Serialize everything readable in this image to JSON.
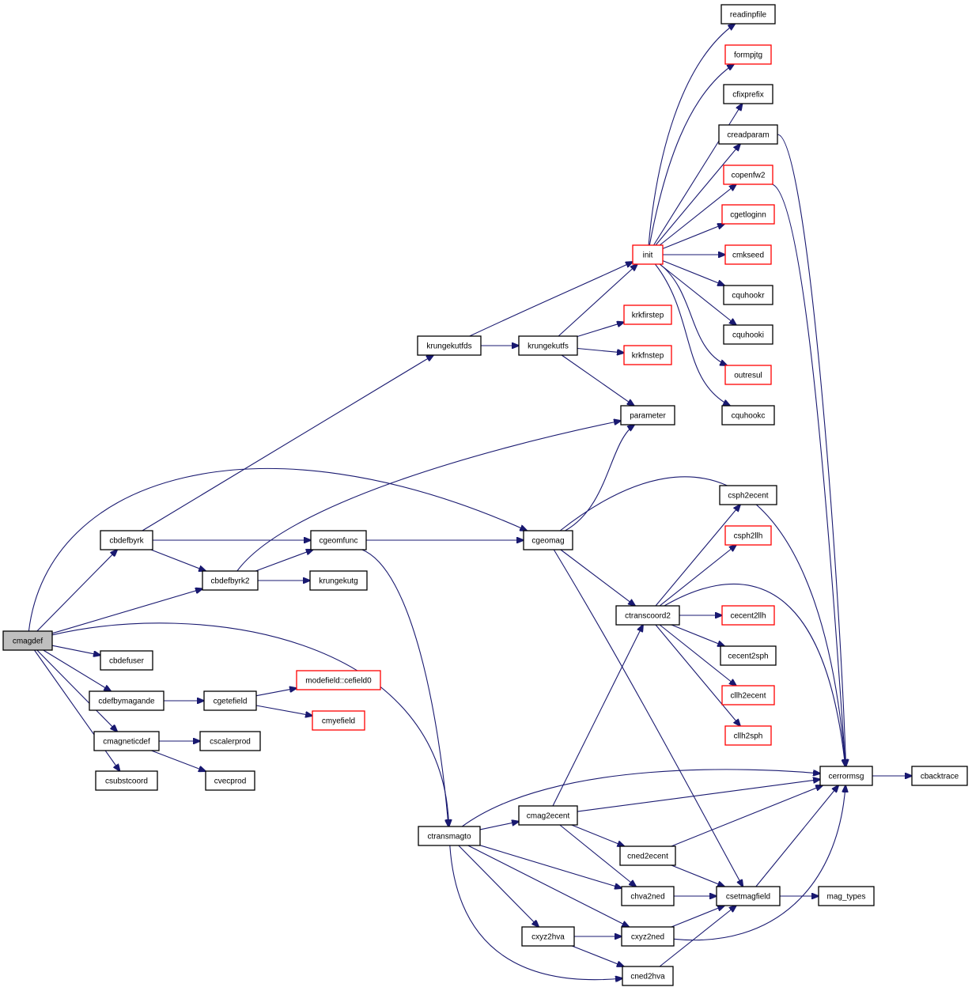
{
  "nodes": {
    "cmagdef": {
      "label": "cmagdef",
      "style": "root"
    },
    "cbdefbyrk": {
      "label": "cbdefbyrk",
      "style": "normal"
    },
    "cbdefbyrk2": {
      "label": "cbdefbyrk2",
      "style": "normal"
    },
    "cbdefuser": {
      "label": "cbdefuser",
      "style": "normal"
    },
    "cdefbymagande": {
      "label": "cdefbymagande",
      "style": "normal"
    },
    "cmagneticdef": {
      "label": "cmagneticdef",
      "style": "normal"
    },
    "csubstcoord": {
      "label": "csubstcoord",
      "style": "normal"
    },
    "cgetefield": {
      "label": "cgetefield",
      "style": "normal"
    },
    "cscalerprod": {
      "label": "cscalerprod",
      "style": "normal"
    },
    "cvecprod": {
      "label": "cvecprod",
      "style": "normal"
    },
    "modefield": {
      "label": "modefield::cefield0",
      "style": "red"
    },
    "cmyefield": {
      "label": "cmyefield",
      "style": "red"
    },
    "krungekutfds": {
      "label": "krungekutfds",
      "style": "normal"
    },
    "krungekutfs": {
      "label": "krungekutfs",
      "style": "normal"
    },
    "krkfirstep": {
      "label": "krkfirstep",
      "style": "red"
    },
    "krkfnstep": {
      "label": "krkfnstep",
      "style": "red"
    },
    "parameter": {
      "label": "parameter",
      "style": "normal"
    },
    "init": {
      "label": "init",
      "style": "red"
    },
    "readinpfile": {
      "label": "readinpfile",
      "style": "normal"
    },
    "formpjtg": {
      "label": "formpjtg",
      "style": "red"
    },
    "cfixprefix": {
      "label": "cfixprefix",
      "style": "normal"
    },
    "creadparam": {
      "label": "creadparam",
      "style": "normal"
    },
    "copenfw2": {
      "label": "copenfw2",
      "style": "red"
    },
    "cgetloginn": {
      "label": "cgetloginn",
      "style": "red"
    },
    "cmkseed": {
      "label": "cmkseed",
      "style": "red"
    },
    "cquhookr": {
      "label": "cquhookr",
      "style": "normal"
    },
    "cquhooki": {
      "label": "cquhooki",
      "style": "normal"
    },
    "outresul": {
      "label": "outresul",
      "style": "red"
    },
    "cquhookc": {
      "label": "cquhookc",
      "style": "normal"
    },
    "cgeomfunc": {
      "label": "cgeomfunc",
      "style": "normal"
    },
    "krungekutg": {
      "label": "krungekutg",
      "style": "normal"
    },
    "cgeomag": {
      "label": "cgeomag",
      "style": "normal"
    },
    "ctranscoord2": {
      "label": "ctranscoord2",
      "style": "normal"
    },
    "csph2ecent": {
      "label": "csph2ecent",
      "style": "normal"
    },
    "csph2llh": {
      "label": "csph2llh",
      "style": "red"
    },
    "cecent2llh": {
      "label": "cecent2llh",
      "style": "red"
    },
    "cecent2sph": {
      "label": "cecent2sph",
      "style": "normal"
    },
    "cllh2ecent": {
      "label": "cllh2ecent",
      "style": "red"
    },
    "cllh2sph": {
      "label": "cllh2sph",
      "style": "red"
    },
    "cerrormsg": {
      "label": "cerrormsg",
      "style": "normal"
    },
    "cbacktrace": {
      "label": "cbacktrace",
      "style": "normal"
    },
    "ctransmagto": {
      "label": "ctransmagto",
      "style": "normal"
    },
    "cmag2ecent": {
      "label": "cmag2ecent",
      "style": "normal"
    },
    "cned2ecent": {
      "label": "cned2ecent",
      "style": "normal"
    },
    "chva2ned": {
      "label": "chva2ned",
      "style": "normal"
    },
    "csetmagfield": {
      "label": "csetmagfield",
      "style": "normal"
    },
    "mag_types": {
      "label": "mag_types",
      "style": "normal"
    },
    "cxyz2hva": {
      "label": "cxyz2hva",
      "style": "normal"
    },
    "cxyz2ned": {
      "label": "cxyz2ned",
      "style": "normal"
    },
    "cned2hva": {
      "label": "cned2hva",
      "style": "normal"
    }
  },
  "edges": [
    [
      "cmagdef",
      "cbdefbyrk"
    ],
    [
      "cmagdef",
      "cbdefbyrk2"
    ],
    [
      "cmagdef",
      "cgeomag"
    ],
    [
      "cmagdef",
      "ctransmagto"
    ],
    [
      "cmagdef",
      "cbdefuser"
    ],
    [
      "cmagdef",
      "cdefbymagande"
    ],
    [
      "cmagdef",
      "cmagneticdef"
    ],
    [
      "cmagdef",
      "csubstcoord"
    ],
    [
      "cbdefbyrk",
      "krungekutfds"
    ],
    [
      "cbdefbyrk",
      "cgeomfunc"
    ],
    [
      "cbdefbyrk",
      "cbdefbyrk2"
    ],
    [
      "cbdefbyrk2",
      "parameter"
    ],
    [
      "cbdefbyrk2",
      "cgeomfunc"
    ],
    [
      "cbdefbyrk2",
      "krungekutg"
    ],
    [
      "cdefbymagande",
      "cgetefield"
    ],
    [
      "cgetefield",
      "modefield"
    ],
    [
      "cgetefield",
      "cmyefield"
    ],
    [
      "cmagneticdef",
      "cscalerprod"
    ],
    [
      "cmagneticdef",
      "cvecprod"
    ],
    [
      "krungekutfds",
      "init"
    ],
    [
      "krungekutfds",
      "krungekutfs"
    ],
    [
      "krungekutfs",
      "init"
    ],
    [
      "krungekutfs",
      "krkfirstep"
    ],
    [
      "krungekutfs",
      "krkfnstep"
    ],
    [
      "krungekutfs",
      "parameter"
    ],
    [
      "init",
      "readinpfile"
    ],
    [
      "init",
      "formpjtg"
    ],
    [
      "init",
      "cfixprefix"
    ],
    [
      "init",
      "creadparam"
    ],
    [
      "init",
      "copenfw2"
    ],
    [
      "init",
      "cgetloginn"
    ],
    [
      "init",
      "cmkseed"
    ],
    [
      "init",
      "cquhookr"
    ],
    [
      "init",
      "cquhooki"
    ],
    [
      "init",
      "outresul"
    ],
    [
      "init",
      "cquhookc"
    ],
    [
      "creadparam",
      "cerrormsg"
    ],
    [
      "copenfw2",
      "cerrormsg"
    ],
    [
      "cgeomfunc",
      "cgeomag"
    ],
    [
      "cgeomfunc",
      "ctransmagto"
    ],
    [
      "cgeomag",
      "parameter"
    ],
    [
      "cgeomag",
      "cerrormsg"
    ],
    [
      "cgeomag",
      "ctranscoord2"
    ],
    [
      "cgeomag",
      "csetmagfield"
    ],
    [
      "ctranscoord2",
      "csph2ecent"
    ],
    [
      "ctranscoord2",
      "csph2llh"
    ],
    [
      "ctranscoord2",
      "cerrormsg"
    ],
    [
      "ctranscoord2",
      "cecent2llh"
    ],
    [
      "ctranscoord2",
      "cecent2sph"
    ],
    [
      "ctranscoord2",
      "cllh2ecent"
    ],
    [
      "ctranscoord2",
      "cllh2sph"
    ],
    [
      "cerrormsg",
      "cbacktrace"
    ],
    [
      "ctransmagto",
      "cerrormsg"
    ],
    [
      "ctransmagto",
      "cmag2ecent"
    ],
    [
      "ctransmagto",
      "chva2ned"
    ],
    [
      "ctransmagto",
      "cxyz2hva"
    ],
    [
      "ctransmagto",
      "cxyz2ned"
    ],
    [
      "ctransmagto",
      "cned2hva"
    ],
    [
      "cmag2ecent",
      "ctranscoord2"
    ],
    [
      "cmag2ecent",
      "cerrormsg"
    ],
    [
      "cmag2ecent",
      "cned2ecent"
    ],
    [
      "cmag2ecent",
      "chva2ned"
    ],
    [
      "cned2ecent",
      "cerrormsg"
    ],
    [
      "cned2ecent",
      "csetmagfield"
    ],
    [
      "chva2ned",
      "csetmagfield"
    ],
    [
      "csetmagfield",
      "cerrormsg"
    ],
    [
      "csetmagfield",
      "mag_types"
    ],
    [
      "cxyz2hva",
      "cxyz2ned"
    ],
    [
      "cxyz2hva",
      "cned2hva"
    ],
    [
      "cxyz2ned",
      "csetmagfield"
    ],
    [
      "cxyz2ned",
      "cerrormsg"
    ],
    [
      "cned2hva",
      "csetmagfield"
    ]
  ],
  "colors": {
    "edge": "#191970",
    "normal_border": "#000000",
    "red_border": "#ff0000",
    "root_fill": "#bfbfbf",
    "fill": "#ffffff"
  }
}
